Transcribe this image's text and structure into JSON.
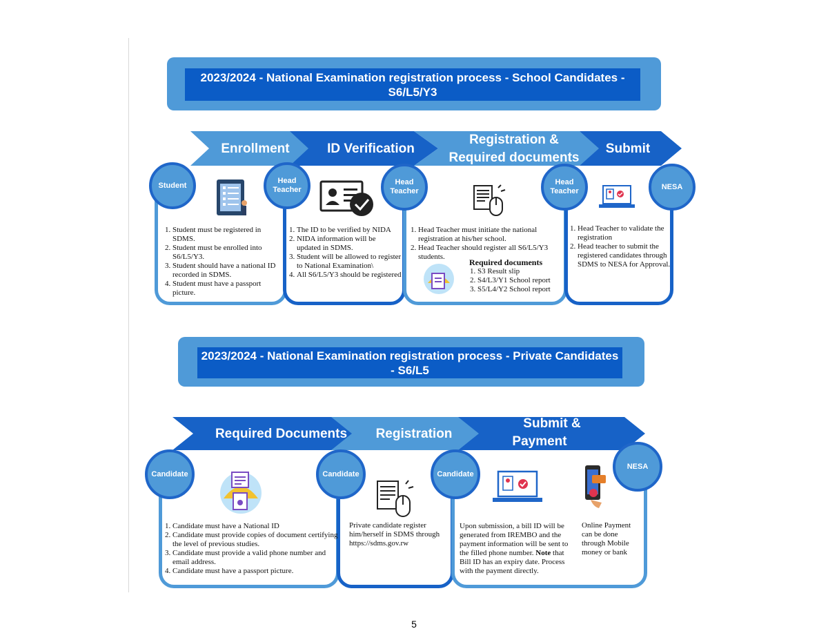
{
  "section1": {
    "title_line1": "2023/2024 - National Examination registration process - School Candidates -",
    "title_line2": "S6/L5/Y3",
    "steps": [
      "Enrollment",
      "ID Verification",
      "Registration &",
      "Required documents",
      "Submit"
    ],
    "actors": [
      "Student",
      "Head",
      "Teacher",
      "Head",
      "Teacher",
      "Head",
      "Teacher",
      "NESA"
    ],
    "enrollment_items": [
      "Student must be registered in SDMS.",
      "Student must be enrolled into S6/L5/Y3.",
      "Student should have a national ID recorded in SDMS.",
      "Student must  have a passport picture."
    ],
    "id_items": [
      "The ID to be verified by NIDA",
      " NIDA information will be updated in SDMS.",
      "Student will be allowed to register to National Examination\\",
      "All S6/L5/Y3 should be registered"
    ],
    "registration_items": [
      "Head Teacher must initiate the national registration at his/her school.",
      "Head Teacher should register all S6/L5/Y3 students."
    ],
    "required_docs_heading": "Required documents",
    "required_docs": [
      "S3 Result slip",
      "S4/L3/Y1 School report",
      "S5/L4/Y2 School report"
    ],
    "submit_items": [
      "Head Teacher to validate the registration",
      "Head teacher to submit the registered candidates through SDMS to NESA for Approval."
    ]
  },
  "section2": {
    "title_line1": "2023/2024 - National Examination registration process - Private Candidates",
    "title_line2": "- S6/L5",
    "steps": [
      "Required Documents",
      "Registration",
      "Submit &",
      "Payment"
    ],
    "actors": [
      "Candidate",
      "Candidate",
      "Candidate",
      "NESA"
    ],
    "docs_items": [
      "Candidate must have a National ID",
      "Candidate must provide copies of document certifying the level of previous studies.",
      "Candidate must  provide a valid phone number and email address.",
      "Candidate must have a passport picture."
    ],
    "registration_text": "Private candidate register him/herself in SDMS through https://sdms.gov.rw",
    "payment_text_a": "Upon submission, a bill ID will be generated from IREMBO and the payment information will be sent to the filled phone number.",
    "payment_note_label": "Note",
    "payment_text_b": "that Bill ID has an expiry date. Process with the payment directly.",
    "online_text": "Online Payment can be done through Mobile money or bank"
  },
  "page_number": "5",
  "colors": {
    "light_blue": "#4f9ad8",
    "dark_blue": "#0b5cc6",
    "arrow_blue": "#1762c7"
  }
}
